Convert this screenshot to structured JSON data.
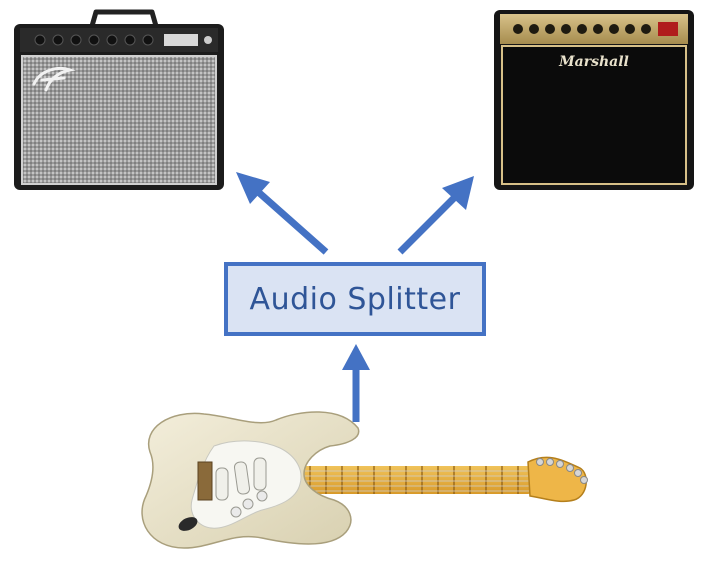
{
  "diagram": {
    "splitter": {
      "label": "Audio Splitter"
    },
    "amp_right": {
      "brand": "Marshall"
    },
    "colors": {
      "box_border": "#4472C4",
      "box_fill": "#DAE3F3",
      "text": "#2F5597",
      "arrow": "#4472C4"
    },
    "icons": {
      "amp_left": "fender-style-combo-amp",
      "amp_right": "marshall-combo-amp",
      "guitar": "electric-guitar",
      "arrows": "arrow-up"
    }
  }
}
